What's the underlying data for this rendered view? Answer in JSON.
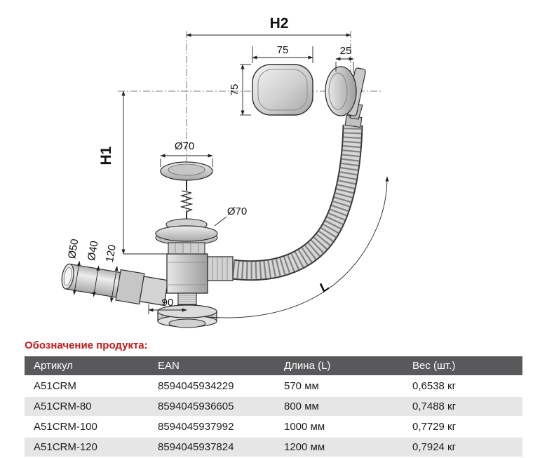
{
  "drawing": {
    "dims": {
      "h2": "H2",
      "h1": "H1",
      "top75": "75",
      "side25": "25",
      "left75": "75",
      "dia70_plug": "Ø70",
      "dia70_flange": "Ø70",
      "dia50": "Ø50",
      "dia40": "Ø40",
      "len120": "120",
      "len90": "90",
      "hose_l": "L"
    }
  },
  "section": {
    "title": "Обозначение продукта:"
  },
  "table": {
    "headers": [
      "Артикул",
      "EAN",
      "Длина (L)",
      "Вес (шт.)"
    ],
    "rows": [
      [
        "A51CRM",
        "8594045934229",
        "570 мм",
        "0,6538 кг"
      ],
      [
        "A51CRM-80",
        "8594045936605",
        "800 мм",
        "0,7488 кг"
      ],
      [
        "A51CRM-100",
        "8594045937992",
        "1000 мм",
        "0,7729 кг"
      ],
      [
        "A51CRM-120",
        "8594045937824",
        "1200 мм",
        "0,7924 кг"
      ]
    ]
  },
  "colors": {
    "title_red": "#c01b1b",
    "header_bg": "#59595c",
    "row_alt": "#e6e6e6"
  }
}
